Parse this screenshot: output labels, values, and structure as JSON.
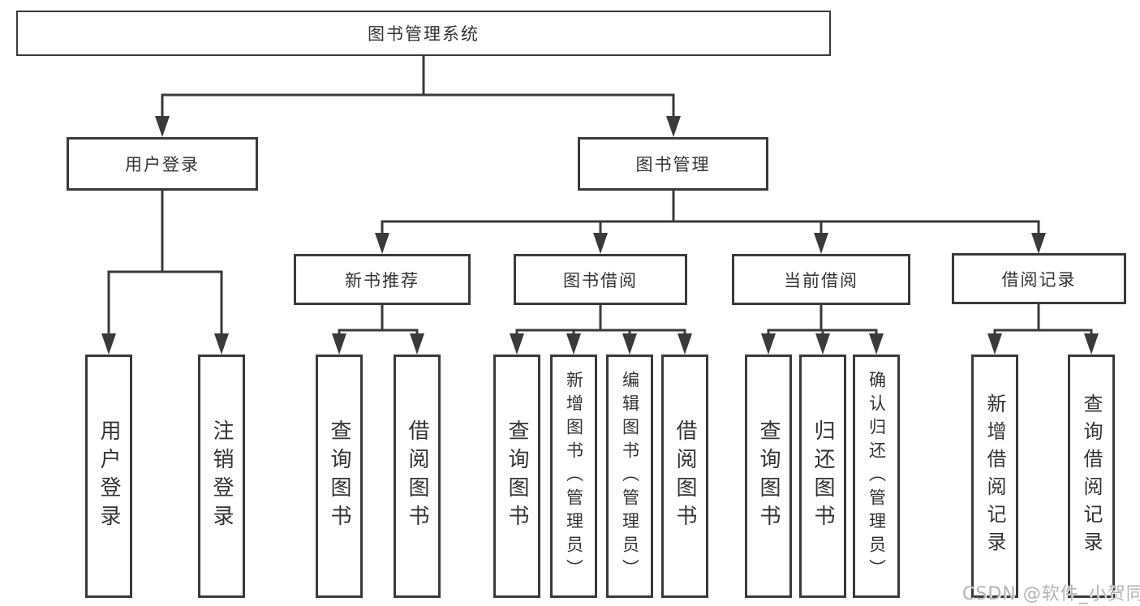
{
  "diagram": {
    "root": {
      "label": "图书管理系统"
    },
    "branches": [
      {
        "label": "用户登录",
        "children": [
          {
            "label": "用户登录"
          },
          {
            "label": "注销登录"
          }
        ]
      },
      {
        "label": "图书管理",
        "children": [
          {
            "label": "新书推荐",
            "children": [
              {
                "label": "查询图书"
              },
              {
                "label": "借阅图书"
              }
            ]
          },
          {
            "label": "图书借阅",
            "children": [
              {
                "label": "查询图书"
              },
              {
                "label": "新增图书（管理员）"
              },
              {
                "label": "编辑图书（管理员）"
              },
              {
                "label": "借阅图书"
              }
            ]
          },
          {
            "label": "当前借阅",
            "children": [
              {
                "label": "查询图书"
              },
              {
                "label": "归还图书"
              },
              {
                "label": "确认归还（管理员）"
              }
            ]
          },
          {
            "label": "借阅记录",
            "children": [
              {
                "label": "新增借阅记录"
              },
              {
                "label": "查询借阅记录"
              }
            ]
          }
        ]
      }
    ]
  },
  "watermark": {
    "text": "CSDN @软件_小贺同学"
  },
  "colors": {
    "line": "#3a3a3a",
    "box_background": "#ffffff",
    "watermark": "#b3b3b3"
  }
}
